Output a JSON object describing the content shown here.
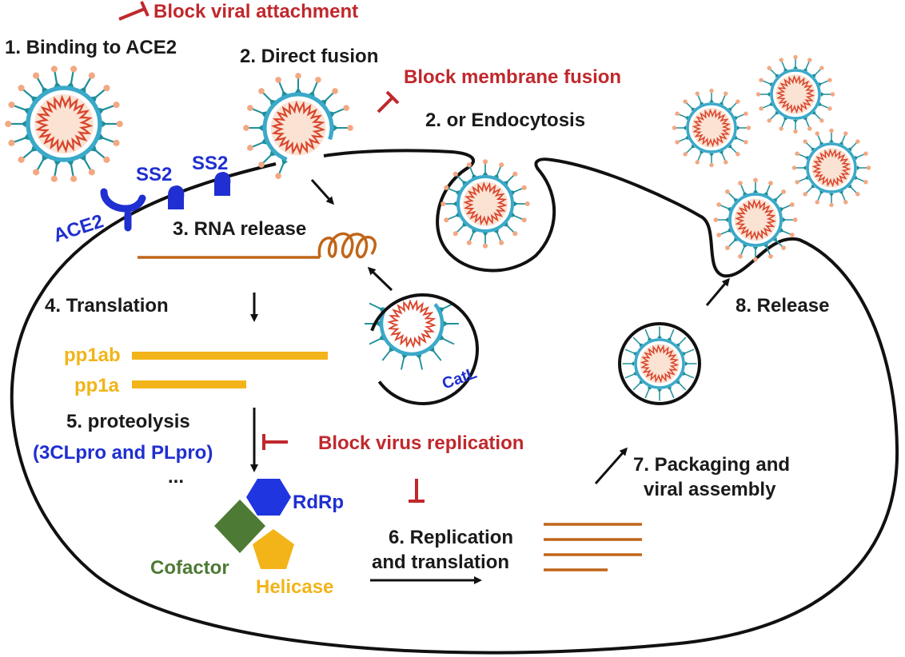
{
  "labels": {
    "block_attachment": "Block viral attachment",
    "step1": "1. Binding to ACE2",
    "step2_direct": "2. Direct fusion",
    "block_fusion": "Block membrane fusion",
    "step2_endo": "2. or Endocytosis",
    "ss2_a": "SS2",
    "ss2_b": "SS2",
    "ace2": "ACE2",
    "step3": "3. RNA release",
    "step4": "4. Translation",
    "pp1ab": "pp1ab",
    "pp1a": "pp1a",
    "catl": "CatL",
    "step5": "5. proteolysis",
    "step5_enzymes": "(3CLpro and PLpro)",
    "ellipsis": "...",
    "block_replication": "Block virus replication",
    "rdrp": "RdRp",
    "cofactor": "Cofactor",
    "helicase": "Helicase",
    "step6_line1": "6. Replication",
    "step6_line2": "and translation",
    "step7_line1": "7. Packaging and",
    "step7_line2": "viral assembly",
    "step8": "8. Release"
  },
  "colors": {
    "block_red": "#c0282d",
    "protein_blue": "#1f2fd1",
    "polyprotein_yellow": "#f2b418",
    "cofactor_green": "#4d7a35",
    "rna_orange": "#c0651a",
    "envelope_cyan": "#3ba9c9",
    "spike_teal": "#1f8f9a",
    "spike_tip": "#f2a882",
    "core_fill": "#fbe3d4",
    "core_rna": "#d9442b"
  }
}
